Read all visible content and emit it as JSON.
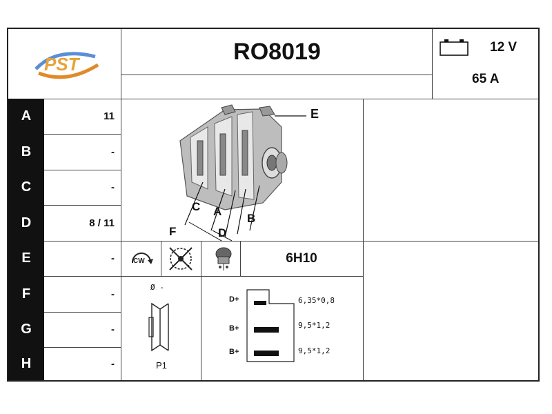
{
  "header": {
    "logo_text": "PST",
    "part_number": "RO8019",
    "voltage": "12 V",
    "amperage": "65 A"
  },
  "dimensions": [
    {
      "letter": "A",
      "value": "11"
    },
    {
      "letter": "B",
      "value": "-"
    },
    {
      "letter": "C",
      "value": "-"
    },
    {
      "letter": "D",
      "value": "8 / 11"
    },
    {
      "letter": "E",
      "value": "-"
    },
    {
      "letter": "F",
      "value": "-"
    },
    {
      "letter": "G",
      "value": "-"
    },
    {
      "letter": "H",
      "value": "-"
    }
  ],
  "diagram_labels": {
    "e": "E",
    "c": "C",
    "a": "A",
    "b": "B",
    "f": "F",
    "d": "D"
  },
  "rotation": {
    "label": "CW"
  },
  "regulator_code": "6H10",
  "pulley": {
    "diameter": "Ø -",
    "type": "P1"
  },
  "terminals": [
    {
      "name": "D+",
      "spec": "6,35*0,8"
    },
    {
      "name": "B+",
      "spec": "9,5*1,2"
    },
    {
      "name": "B+",
      "spec": "9,5*1,2"
    }
  ]
}
